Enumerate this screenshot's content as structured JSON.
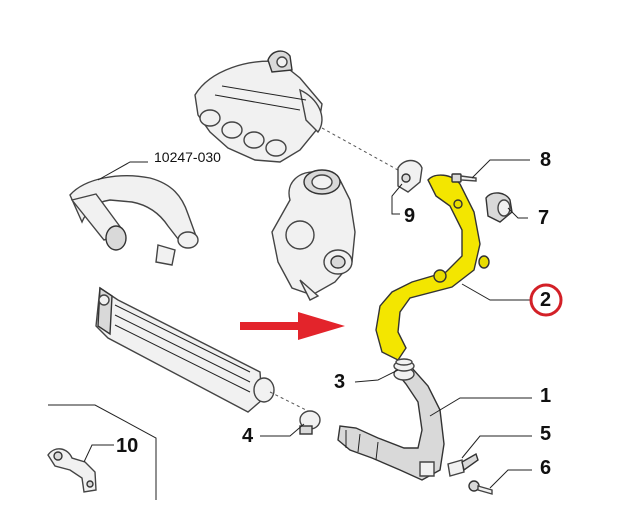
{
  "reference_code": "10247-030",
  "callouts": [
    {
      "number": "1"
    },
    {
      "number": "2",
      "highlighted": true
    },
    {
      "number": "3"
    },
    {
      "number": "4"
    },
    {
      "number": "5"
    },
    {
      "number": "6"
    },
    {
      "number": "7"
    },
    {
      "number": "8"
    },
    {
      "number": "9"
    },
    {
      "number": "10"
    }
  ],
  "colors": {
    "highlight_part": "#f3e600",
    "highlight_circle": "#d32027",
    "arrow": "#e3242b",
    "line_art": "#444444"
  }
}
